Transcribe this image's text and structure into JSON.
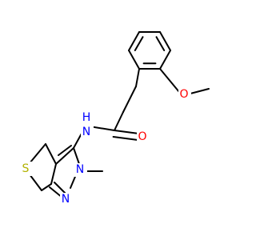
{
  "molecule": {
    "atoms": {
      "o_methoxy": {
        "label": "O",
        "color": "#ff0000"
      },
      "o_carbonyl": {
        "label": "O",
        "color": "#ff0000"
      },
      "n_amide": {
        "label": "N",
        "color": "#0000ff"
      },
      "h_amide": {
        "label": "H",
        "color": "#0000ff"
      },
      "n_pyrazole": {
        "label": "N",
        "color": "#0000ff"
      },
      "n_pyrazole_eq": {
        "label": "N",
        "color": "#0000ff"
      },
      "s_thio": {
        "label": "S",
        "color": "#b2b200"
      }
    }
  }
}
